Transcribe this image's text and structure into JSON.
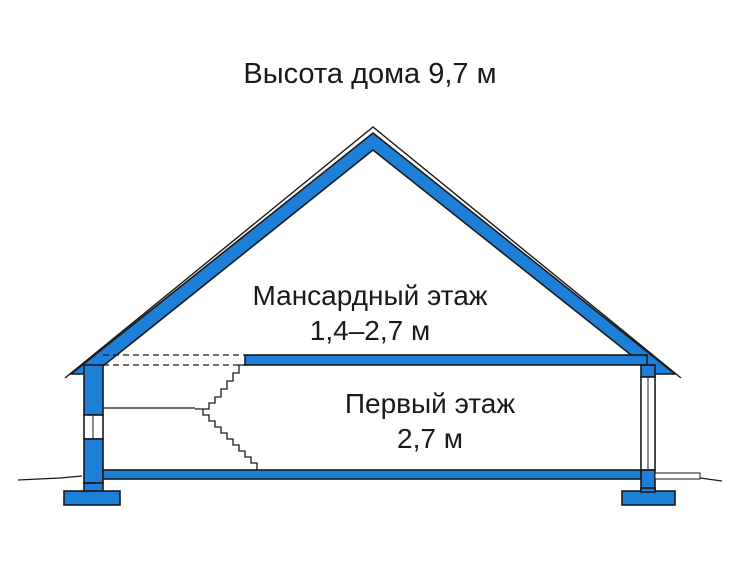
{
  "title": "Высота дома 9,7 м",
  "attic": {
    "name": "Мансардный этаж",
    "height": "1,4–2,7 м"
  },
  "first_floor": {
    "name": "Первый этаж",
    "height": "2,7 м"
  },
  "colors": {
    "structure_fill": "#1e7fd8",
    "outline": "#1a1a1a",
    "text": "#1a1a1a",
    "background": "#ffffff"
  }
}
